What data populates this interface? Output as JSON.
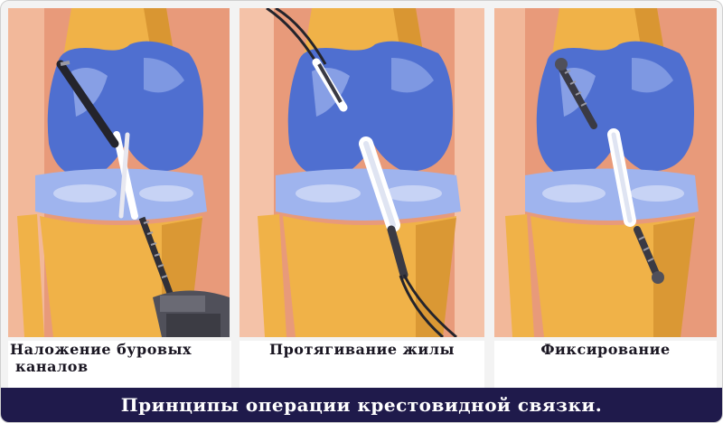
{
  "panels": [
    {
      "caption_line1": "Наложение буровых",
      "caption_line2": "каналов"
    },
    {
      "caption_line1": "Протягивание жилы",
      "caption_line2": ""
    },
    {
      "caption_line1": "Фиксирование",
      "caption_line2": ""
    }
  ],
  "banner": {
    "title": "Принципы операции крестовидной связки."
  },
  "colors": {
    "bone": "#f0b248",
    "bone_shade": "#c98425",
    "cartilage": "#4f6fd0",
    "cartilage_light": "#9fb4ee",
    "background_skin": "#e89a7a",
    "banner_bg": "#1f1a4b",
    "tool_metal": "#50505a"
  }
}
